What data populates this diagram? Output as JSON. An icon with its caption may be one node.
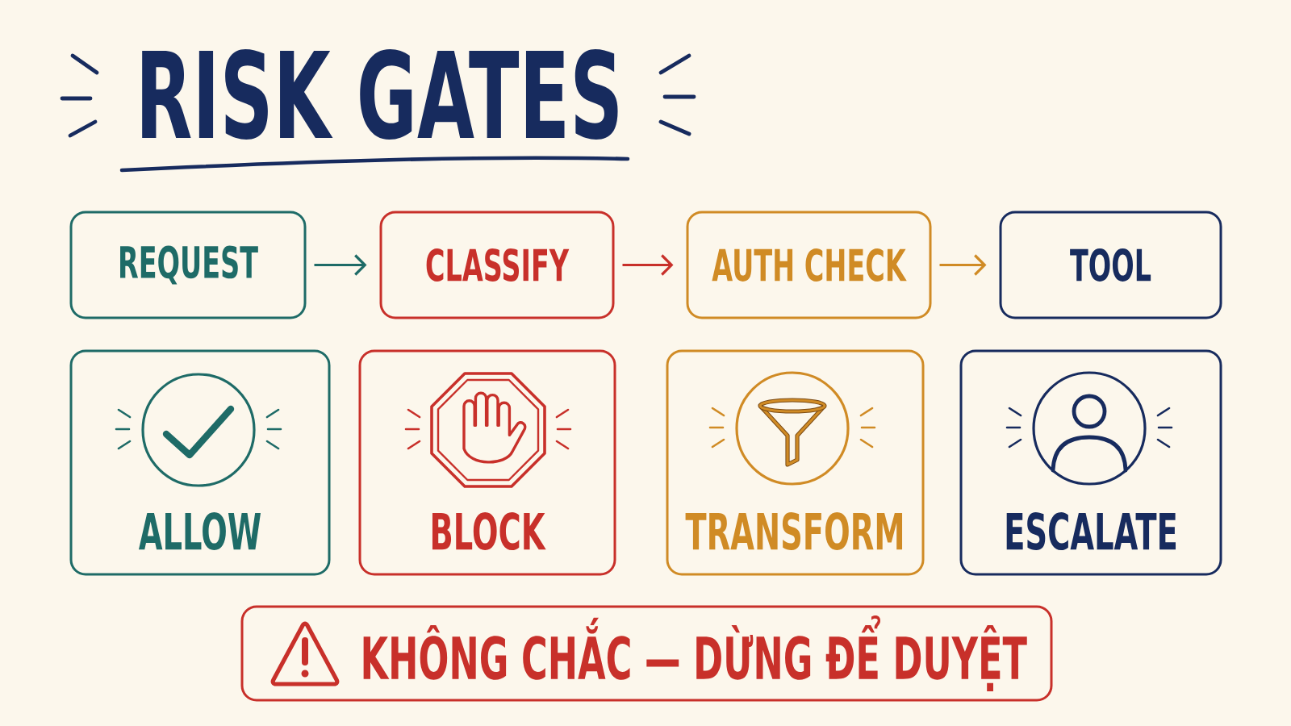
{
  "diagram": {
    "title": "RISK GATES",
    "nodes": [
      {
        "text": [
          "REQUEST"
        ]
      },
      {
        "text": [
          "CLASSIFY"
        ]
      },
      {
        "text": [
          "AUTH CHECK"
        ]
      },
      {
        "text": [
          "TOOL"
        ]
      },
      {
        "text": [
          "ALLOW"
        ]
      },
      {
        "text": [
          "BLOCK"
        ]
      },
      {
        "text": [
          "TRANSFORM"
        ]
      },
      {
        "text": [
          "ESCALATE"
        ]
      },
      {
        "text": [
          "KHÔNG CHẮC — DỪNG ĐỂ DUYỆT"
        ]
      }
    ],
    "edges": [
      {
        "from": 0,
        "to": 1,
        "arrow": "to",
        "color": "#1e6b67"
      },
      {
        "from": 1,
        "to": 2,
        "arrow": "to",
        "color": "#c8302a"
      },
      {
        "from": 2,
        "to": 3,
        "arrow": "to",
        "color": "#d08b25"
      }
    ]
  }
}
